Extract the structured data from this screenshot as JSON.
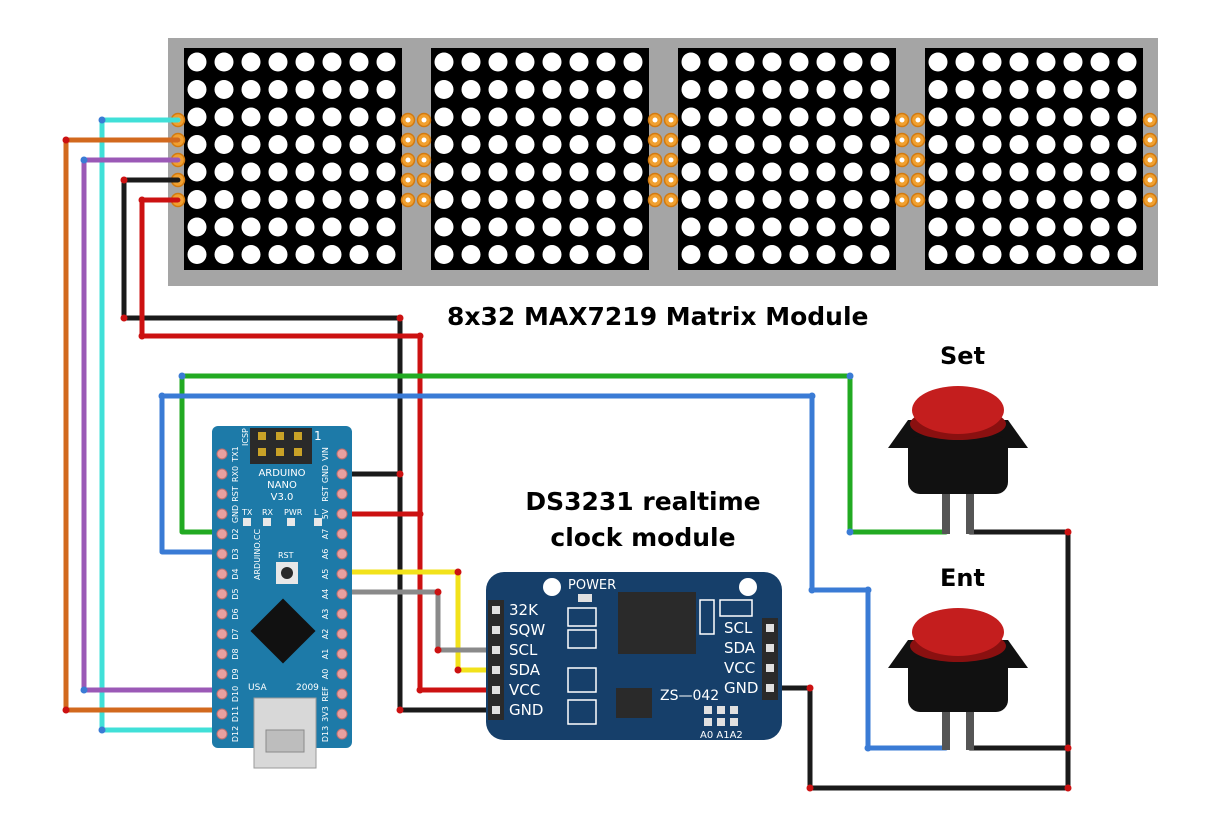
{
  "matrix_module": {
    "title": "8x32 MAX7219 Matrix Module",
    "panel_count": 4,
    "rows": 8,
    "cols": 8
  },
  "rtc_module": {
    "title_line1": "DS3231 realtime",
    "title_line2": "clock module",
    "power_label": "POWER",
    "chip_label": "ZS—042",
    "addr_label": "A0 A1A2",
    "left_pins": [
      "32K",
      "SQW",
      "SCL",
      "SDA",
      "VCC",
      "GND"
    ],
    "right_pins": [
      "SCL",
      "SDA",
      "VCC",
      "GND"
    ]
  },
  "arduino": {
    "name_line1": "ARDUINO",
    "name_line2": "NANO",
    "name_line3": "V3.0",
    "icsp_label": "ICSP",
    "icsp_num": "1",
    "led_labels": [
      "TX",
      "RX",
      "PWR",
      "L"
    ],
    "rst_label": "RST",
    "usa_label": "USA",
    "year_label": "2009",
    "brand_label": "ARDUINO.CC",
    "left_pins": [
      "TX1",
      "RX0",
      "RST",
      "GND",
      "D2",
      "D3",
      "D4",
      "D5",
      "D6",
      "D7",
      "D8",
      "D9",
      "D10",
      "D11",
      "D12"
    ],
    "right_pins": [
      "VIN",
      "GND",
      "RST",
      "5V",
      "A7",
      "A6",
      "A5",
      "A4",
      "A3",
      "A2",
      "A1",
      "A0",
      "REF",
      "3V3",
      "D13"
    ]
  },
  "buttons": [
    {
      "label": "Set"
    },
    {
      "label": "Ent"
    }
  ],
  "colors": {
    "board_blue": "#1d7aa8",
    "rtc_blue": "#163f6a",
    "matrix_gray": "#a5a5a5",
    "button_red": "#c41e1e",
    "wire_cyan": "#40e0d8",
    "wire_orange": "#d2691e",
    "wire_purple": "#9b59b6",
    "wire_black": "#1a1a1a",
    "wire_red": "#cc1111",
    "wire_green": "#22aa22",
    "wire_blue": "#3a7bd5",
    "wire_yellow": "#f2e21b",
    "wire_gray": "#8a8a8a"
  }
}
